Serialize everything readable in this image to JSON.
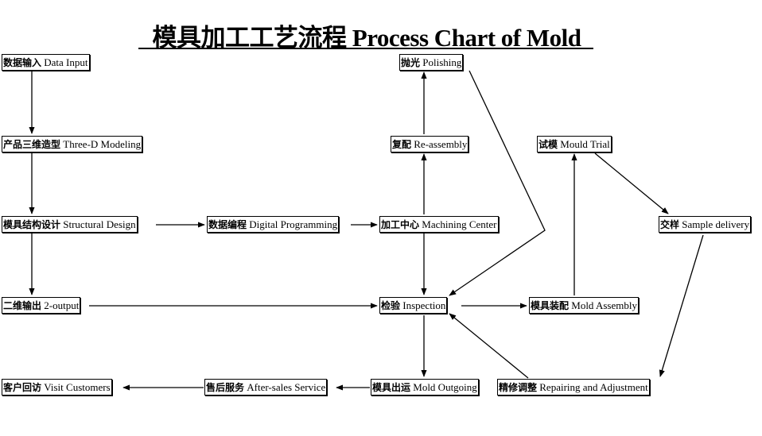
{
  "title": "模具加工工艺流程 Process Chart of Mold",
  "nodes": {
    "data_input": {
      "cn": "数据输入",
      "en": "Data Input"
    },
    "modeling": {
      "cn": "产品三维造型",
      "en": "Three-D Modeling"
    },
    "structural_design": {
      "cn": "模具结构设计",
      "en": "Structural Design"
    },
    "two_d_output": {
      "cn": "二维输出",
      "en": "2-output"
    },
    "visit_customers": {
      "cn": "客户回访",
      "en": "Visit Customers"
    },
    "digital_programming": {
      "cn": "数据编程",
      "en": "Digital Programming"
    },
    "after_sales": {
      "cn": "售后服务",
      "en": "After-sales Service"
    },
    "polishing": {
      "cn": "抛光",
      "en": "Polishing"
    },
    "reassembly": {
      "cn": "复配",
      "en": "Re-assembly"
    },
    "machining_center": {
      "cn": "加工中心",
      "en": "Machining Center"
    },
    "inspection": {
      "cn": "检验",
      "en": "Inspection"
    },
    "mold_outgoing": {
      "cn": "模具出运",
      "en": "Mold Outgoing"
    },
    "mould_trial": {
      "cn": "试模",
      "en": "Mould Trial"
    },
    "mold_assembly": {
      "cn": "模具装配",
      "en": "Mold Assembly"
    },
    "repairing": {
      "cn": "精修调整",
      "en": "Repairing and Adjustment"
    },
    "sample_delivery": {
      "cn": "交样",
      "en": "Sample delivery"
    }
  },
  "connections": [
    {
      "from": "data_input",
      "to": "modeling"
    },
    {
      "from": "modeling",
      "to": "structural_design"
    },
    {
      "from": "structural_design",
      "to": "two_d_output"
    },
    {
      "from": "structural_design",
      "to": "digital_programming"
    },
    {
      "from": "digital_programming",
      "to": "machining_center"
    },
    {
      "from": "machining_center",
      "to": "reassembly"
    },
    {
      "from": "reassembly",
      "to": "polishing"
    },
    {
      "from": "polishing",
      "to": "inspection"
    },
    {
      "from": "machining_center",
      "to": "inspection"
    },
    {
      "from": "two_d_output",
      "to": "inspection"
    },
    {
      "from": "inspection",
      "to": "mold_assembly"
    },
    {
      "from": "mold_assembly",
      "to": "mould_trial"
    },
    {
      "from": "mould_trial",
      "to": "sample_delivery"
    },
    {
      "from": "sample_delivery",
      "to": "repairing"
    },
    {
      "from": "repairing",
      "to": "inspection"
    },
    {
      "from": "inspection",
      "to": "mold_outgoing"
    },
    {
      "from": "mold_outgoing",
      "to": "after_sales"
    },
    {
      "from": "after_sales",
      "to": "visit_customers"
    }
  ]
}
